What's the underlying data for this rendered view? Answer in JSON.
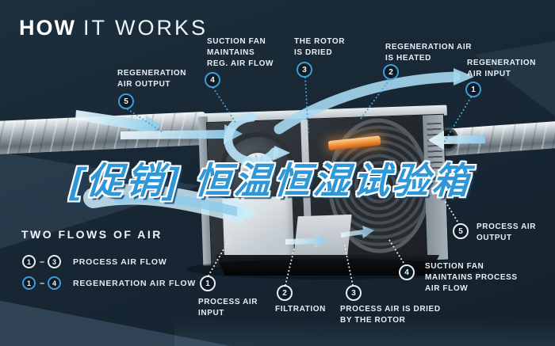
{
  "title": {
    "bold": "HOW",
    "light": "IT WORKS"
  },
  "promo": {
    "text": "[促销] 恒温恒湿试验箱",
    "color": "#2e97d8"
  },
  "legend": {
    "heading": "TWO FLOWS OF AIR",
    "dash": "–",
    "rows": [
      {
        "from": "1",
        "to": "3",
        "label": "PROCESS AIR FLOW",
        "badge_style": "white"
      },
      {
        "from": "1",
        "to": "4",
        "label": "REGENERATION AIR FLOW",
        "badge_style": "blue"
      }
    ]
  },
  "regen_callouts": [
    {
      "num": "5",
      "label": "REGENERATION\nAIR OUTPUT"
    },
    {
      "num": "4",
      "label": "SUCTION FAN\nMAINTAINS\nREG. AIR FLOW"
    },
    {
      "num": "3",
      "label": "THE ROTOR\nIS DRIED"
    },
    {
      "num": "2",
      "label": "REGENERATION AIR\nIS HEATED"
    },
    {
      "num": "1",
      "label": "REGENERATION\nAIR INPUT"
    }
  ],
  "process_callouts": [
    {
      "num": "1",
      "label": "PROCESS AIR\nINPUT"
    },
    {
      "num": "2",
      "label": "FILTRATION"
    },
    {
      "num": "3",
      "label": "PROCESS AIR IS DRIED\nBY THE ROTOR"
    },
    {
      "num": "4",
      "label": "SUCTION FAN\nMAINTAINS PROCESS\nAIR FLOW"
    },
    {
      "num": "5",
      "label": "PROCESS AIR\nOUTPUT"
    }
  ],
  "colors": {
    "background": "#182734",
    "accent_blue": "#3f9cd4",
    "arrow_blue": "#a6d8f0",
    "promo_blue": "#2e97d8",
    "heater_orange": "#ef8f3a",
    "white_badge": "#e6edf2"
  }
}
